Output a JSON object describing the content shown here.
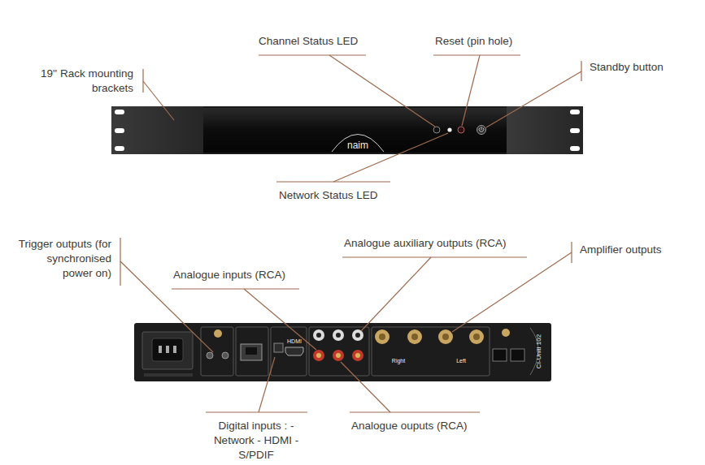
{
  "diagram": {
    "labels": [
      "19'' Rack mounting brackets",
      "Channel Status LED",
      "Reset (pin hole)",
      "Standby button",
      "Network Status LED",
      "Trigger outputs (for synchronised power on)",
      "Analogue inputs (RCA)",
      "Analogue auxiliary outputs (RCA)",
      "Amplifier outputs",
      "Digital inputs : - Network - HDMI - S/PDIF",
      "Analogue ouputs (RCA)",
      "naim",
      "HDMI",
      "Right",
      "Left",
      "CI-Uniti 102"
    ]
  }
}
